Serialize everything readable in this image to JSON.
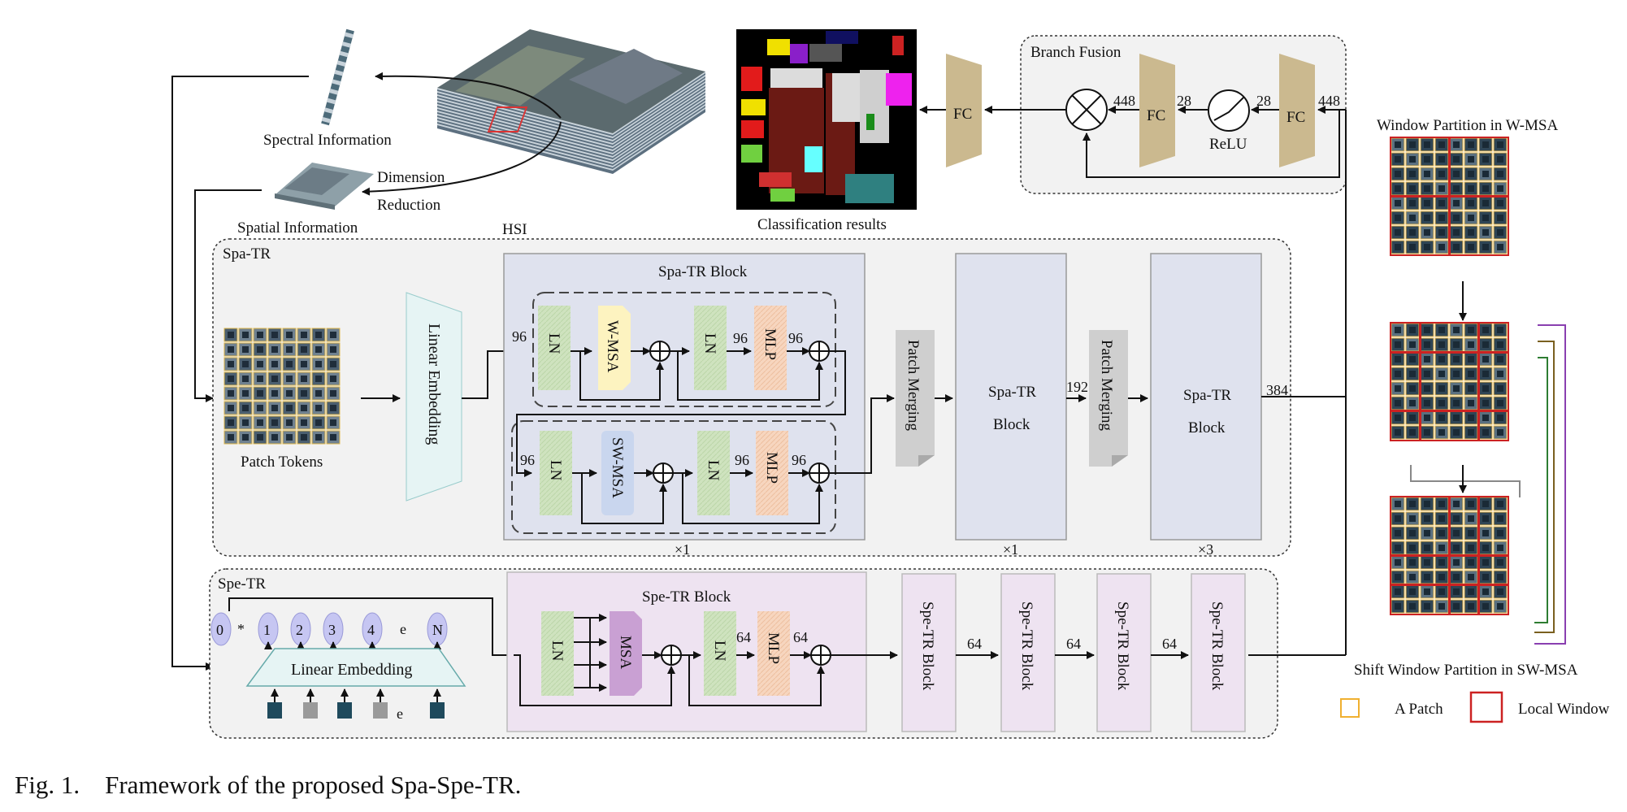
{
  "caption": {
    "prefix": "Fig. 1.",
    "text": "Framework of the proposed Spa-Spe-TR."
  },
  "hsi": {
    "spectral_label": "Spectral Information",
    "spatial_label": "Spatial Information",
    "dim_reduction_1": "Dimension",
    "dim_reduction_2": "Reduction",
    "hsi_label": "HSI"
  },
  "classification_label": "Classification results",
  "fusion": {
    "title": "Branch Fusion",
    "fc": "FC",
    "relu": "ReLU",
    "dim_448a": "448",
    "dim_28a": "28",
    "dim_28b": "28",
    "dim_448b": "448"
  },
  "spa": {
    "title": "Spa-TR",
    "tokens_label": "Patch Tokens",
    "linear_embedding": "Linear  Embedding",
    "block_title": "Spa-TR Block",
    "ln": "LN",
    "wmsa": "W-MSA",
    "swmsa": "SW-MSA",
    "mlp": "MLP",
    "d96": "96",
    "patch_merging": "Patch Merging",
    "block_line1": "Spa-TR",
    "block_line2": "Block",
    "d192": "192",
    "d384": "384",
    "x1": "×1",
    "x3": "×3"
  },
  "spe": {
    "title": "Spe-TR",
    "linear_embedding": "Linear  Embedding",
    "block_title": "Spe-TR Block",
    "ln": "LN",
    "msa": "MSA",
    "mlp": "MLP",
    "d64": "64",
    "block": "Spe-TR Block",
    "tokens": [
      "0",
      "*",
      "1",
      "2",
      "3",
      "4",
      "e",
      "N"
    ],
    "dots": "e"
  },
  "window": {
    "title_wmsa": "Window Partition in W-MSA",
    "title_swmsa": "Shift Window  Partition in SW-MSA",
    "legend_patch": "A Patch",
    "legend_window": "Local Window"
  },
  "colors": {
    "ln": "#cfe3bf",
    "wmsa": "#fdf3c0",
    "swmsa": "#c9d6ee",
    "mlp": "#f7d6bf",
    "msa": "#c9a0d3",
    "fc": "#cbb98f",
    "block_bg": "#dfe2ee",
    "spe_bg": "#eee3f1",
    "patch_merge": "#cfcfcf",
    "embed": "#e6f4f4",
    "token": "#c6c6f2",
    "window": "#cc2222",
    "patch": "#f0b030"
  }
}
